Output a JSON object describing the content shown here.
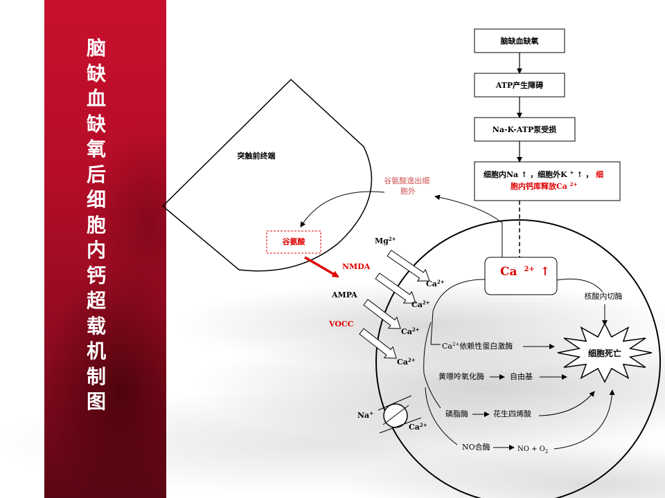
{
  "title_chars": [
    "脑",
    "缺",
    "血",
    "缺",
    "氧",
    "后",
    "细",
    "胞",
    "内",
    "钙",
    "超",
    "载",
    "机",
    "制",
    "图"
  ],
  "flow": {
    "box1": "脑缺血缺氧",
    "box2": "ATP产生障碍",
    "box3": "Na-K-ATP泵受损",
    "box4_line1_a": "细胞内Na",
    "box4_line1_b": "，细胞外K",
    "box4_line1_c": "，",
    "box4_line1_d": "细",
    "box4_line2_a": "胞内钙库释放Ca",
    "plus": "+",
    "twoplus": "2+"
  },
  "synapse": {
    "terminal_label": "突触前终端",
    "glutamate": "谷氨酸",
    "glutamate_release_line1": "谷氨酸逸出细",
    "glutamate_release_line2": "胞外"
  },
  "receptors": {
    "mg": "Mg",
    "nmda": "NMDA",
    "ampa": "AMPA",
    "vocc": "VOCC",
    "ca": "Ca",
    "na": "Na"
  },
  "cell": {
    "ca_center": "Ca",
    "ca_center_sup": "2+",
    "ca_center_arrow": "↑",
    "nuclease": "核酸内切酶",
    "kinase": "依赖性蛋白激酶",
    "xanthine": "黄嘌呤氧化酶",
    "free_radical": "自由基",
    "phospholipase": "磷脂酶",
    "arachidonic": "花生四烯酸",
    "nos": "NO合酶",
    "no_o2": "NO + O",
    "o2_sub": "2",
    "death": "细胞死亡"
  },
  "colors": {
    "band": "#c8102e",
    "accent_red": "#e00000"
  }
}
